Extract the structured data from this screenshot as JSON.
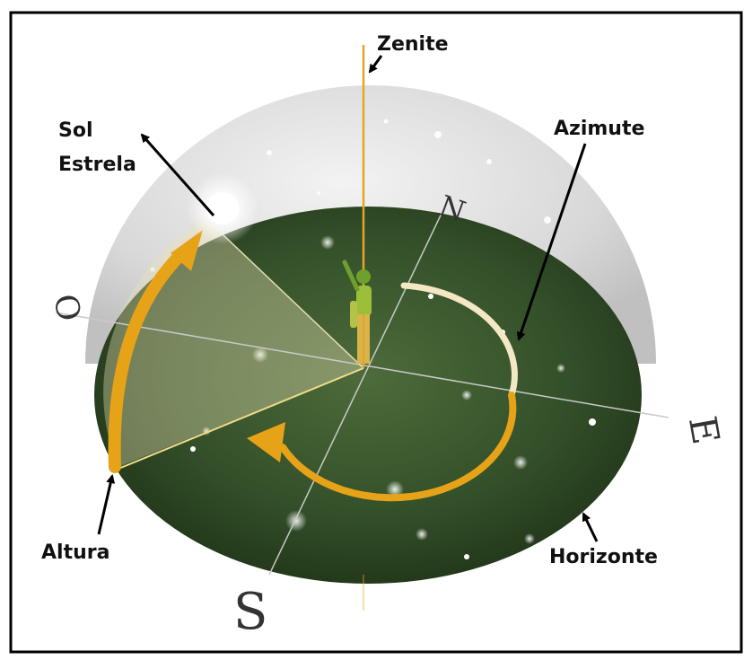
{
  "labels": {
    "zenith": "Zenite",
    "sun": "Sol",
    "star": "Estrela",
    "azimuth": "Azimute",
    "altitude": "Altura",
    "horizon": "Horizonte"
  },
  "cardinals": {
    "north": "N",
    "south": "S",
    "east": "E",
    "west": "O"
  },
  "colors": {
    "dome": "#d4d4d4",
    "horizon_plane": "#2f4a22",
    "arc": "#e6a317",
    "azimuth_arc": "#f0e2b0",
    "observer": "#9bbf3a"
  }
}
